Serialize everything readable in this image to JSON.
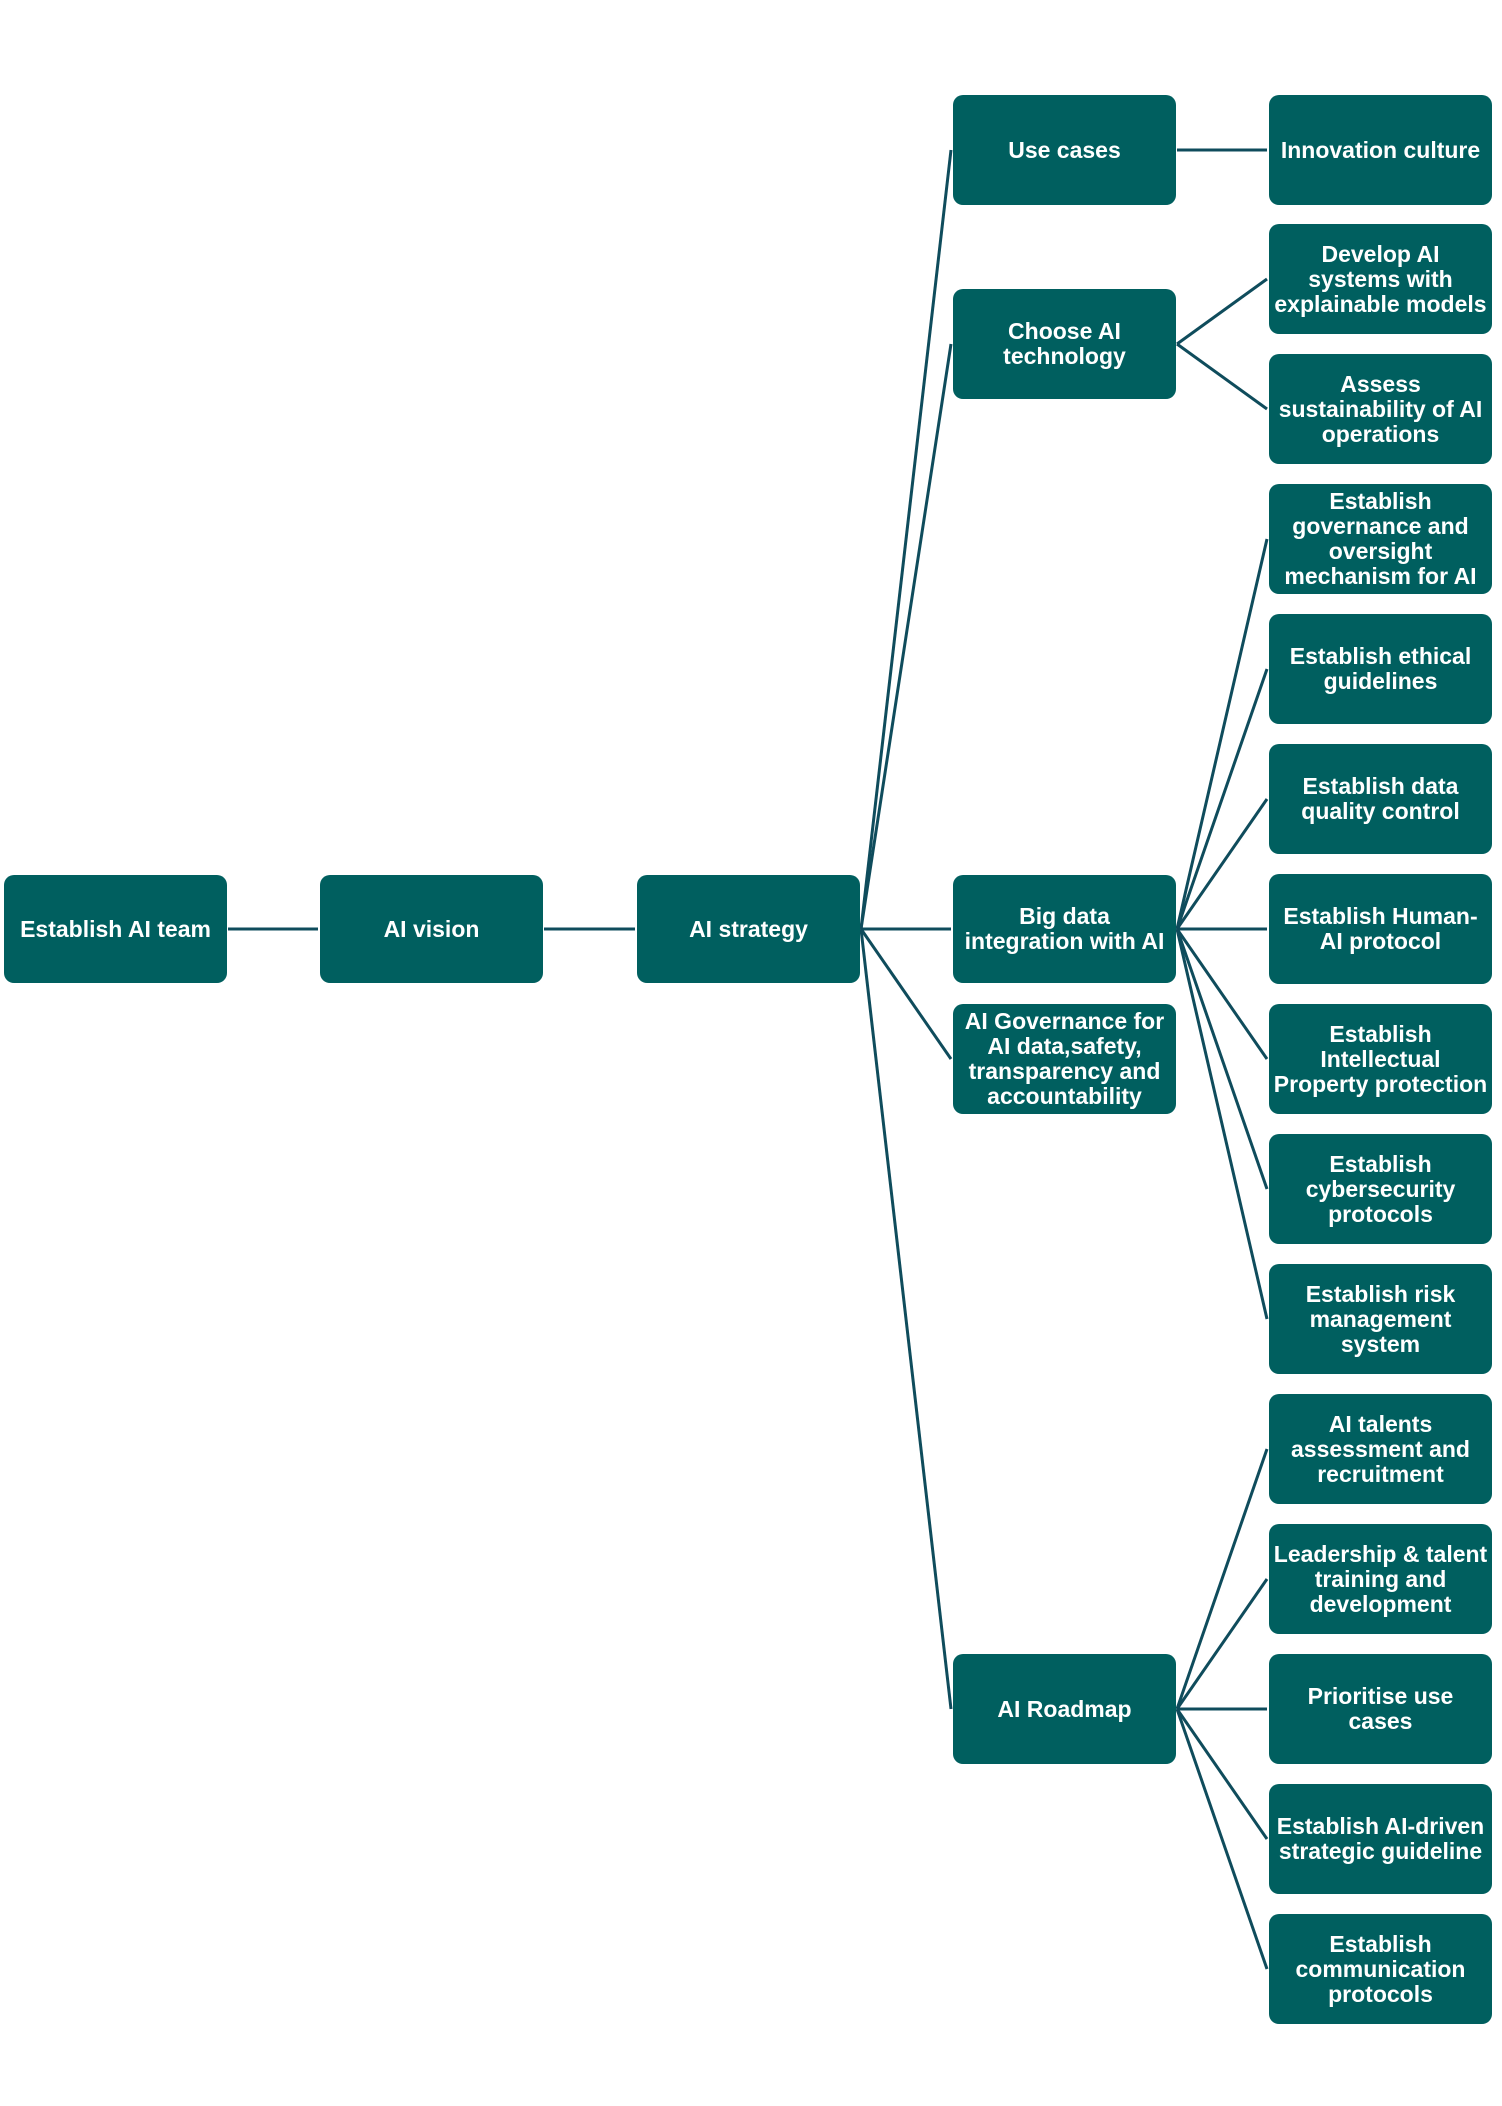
{
  "colors": {
    "node_fill": "#005f5f",
    "connector": "#0f4c5c",
    "text": "#ffffff"
  },
  "nodes": {
    "establish_ai_team": "Establish AI team",
    "ai_vision": "AI vision",
    "ai_strategy": "AI strategy",
    "use_cases": "Use cases",
    "choose_ai_technology": "Choose AI technology",
    "big_data_integration": "Big data integration with AI",
    "ai_governance": "AI Governance for AI data,safety, transparency and accountability",
    "ai_roadmap": "AI Roadmap",
    "innovation_culture": "Innovation culture",
    "develop_explainable": "Develop AI systems with explainable models",
    "assess_sustainability": "Assess sustainability of AI operations",
    "governance_oversight": "Establish governance and oversight mechanism for AI",
    "ethical_guidelines": "Establish ethical guidelines",
    "data_quality": "Establish data quality control",
    "human_ai_protocol": "Establish Human-AI protocol",
    "ip_protection": "Establish Intellectual Property protection",
    "cybersecurity": "Establish cybersecurity protocols",
    "risk_management": "Establish risk management system",
    "talent_assessment": "AI talents assessment and recruitment",
    "leadership_training": "Leadership & talent training and development",
    "prioritise_use_cases": "Prioritise use cases",
    "strategic_guideline": "Establish AI-driven strategic guideline",
    "communication_protocols": "Establish communication protocols"
  },
  "edges": [
    [
      "establish_ai_team",
      "ai_vision"
    ],
    [
      "ai_vision",
      "ai_strategy"
    ],
    [
      "ai_strategy",
      "use_cases"
    ],
    [
      "ai_strategy",
      "choose_ai_technology"
    ],
    [
      "ai_strategy",
      "big_data_integration"
    ],
    [
      "ai_strategy",
      "ai_governance"
    ],
    [
      "ai_strategy",
      "ai_roadmap"
    ],
    [
      "use_cases",
      "innovation_culture"
    ],
    [
      "choose_ai_technology",
      "develop_explainable"
    ],
    [
      "choose_ai_technology",
      "assess_sustainability"
    ],
    [
      "big_data_integration",
      "governance_oversight"
    ],
    [
      "big_data_integration",
      "ethical_guidelines"
    ],
    [
      "big_data_integration",
      "data_quality"
    ],
    [
      "big_data_integration",
      "human_ai_protocol"
    ],
    [
      "big_data_integration",
      "ip_protection"
    ],
    [
      "big_data_integration",
      "cybersecurity"
    ],
    [
      "big_data_integration",
      "risk_management"
    ],
    [
      "ai_roadmap",
      "talent_assessment"
    ],
    [
      "ai_roadmap",
      "leadership_training"
    ],
    [
      "ai_roadmap",
      "prioritise_use_cases"
    ],
    [
      "ai_roadmap",
      "strategic_guideline"
    ],
    [
      "ai_roadmap",
      "communication_protocols"
    ]
  ]
}
